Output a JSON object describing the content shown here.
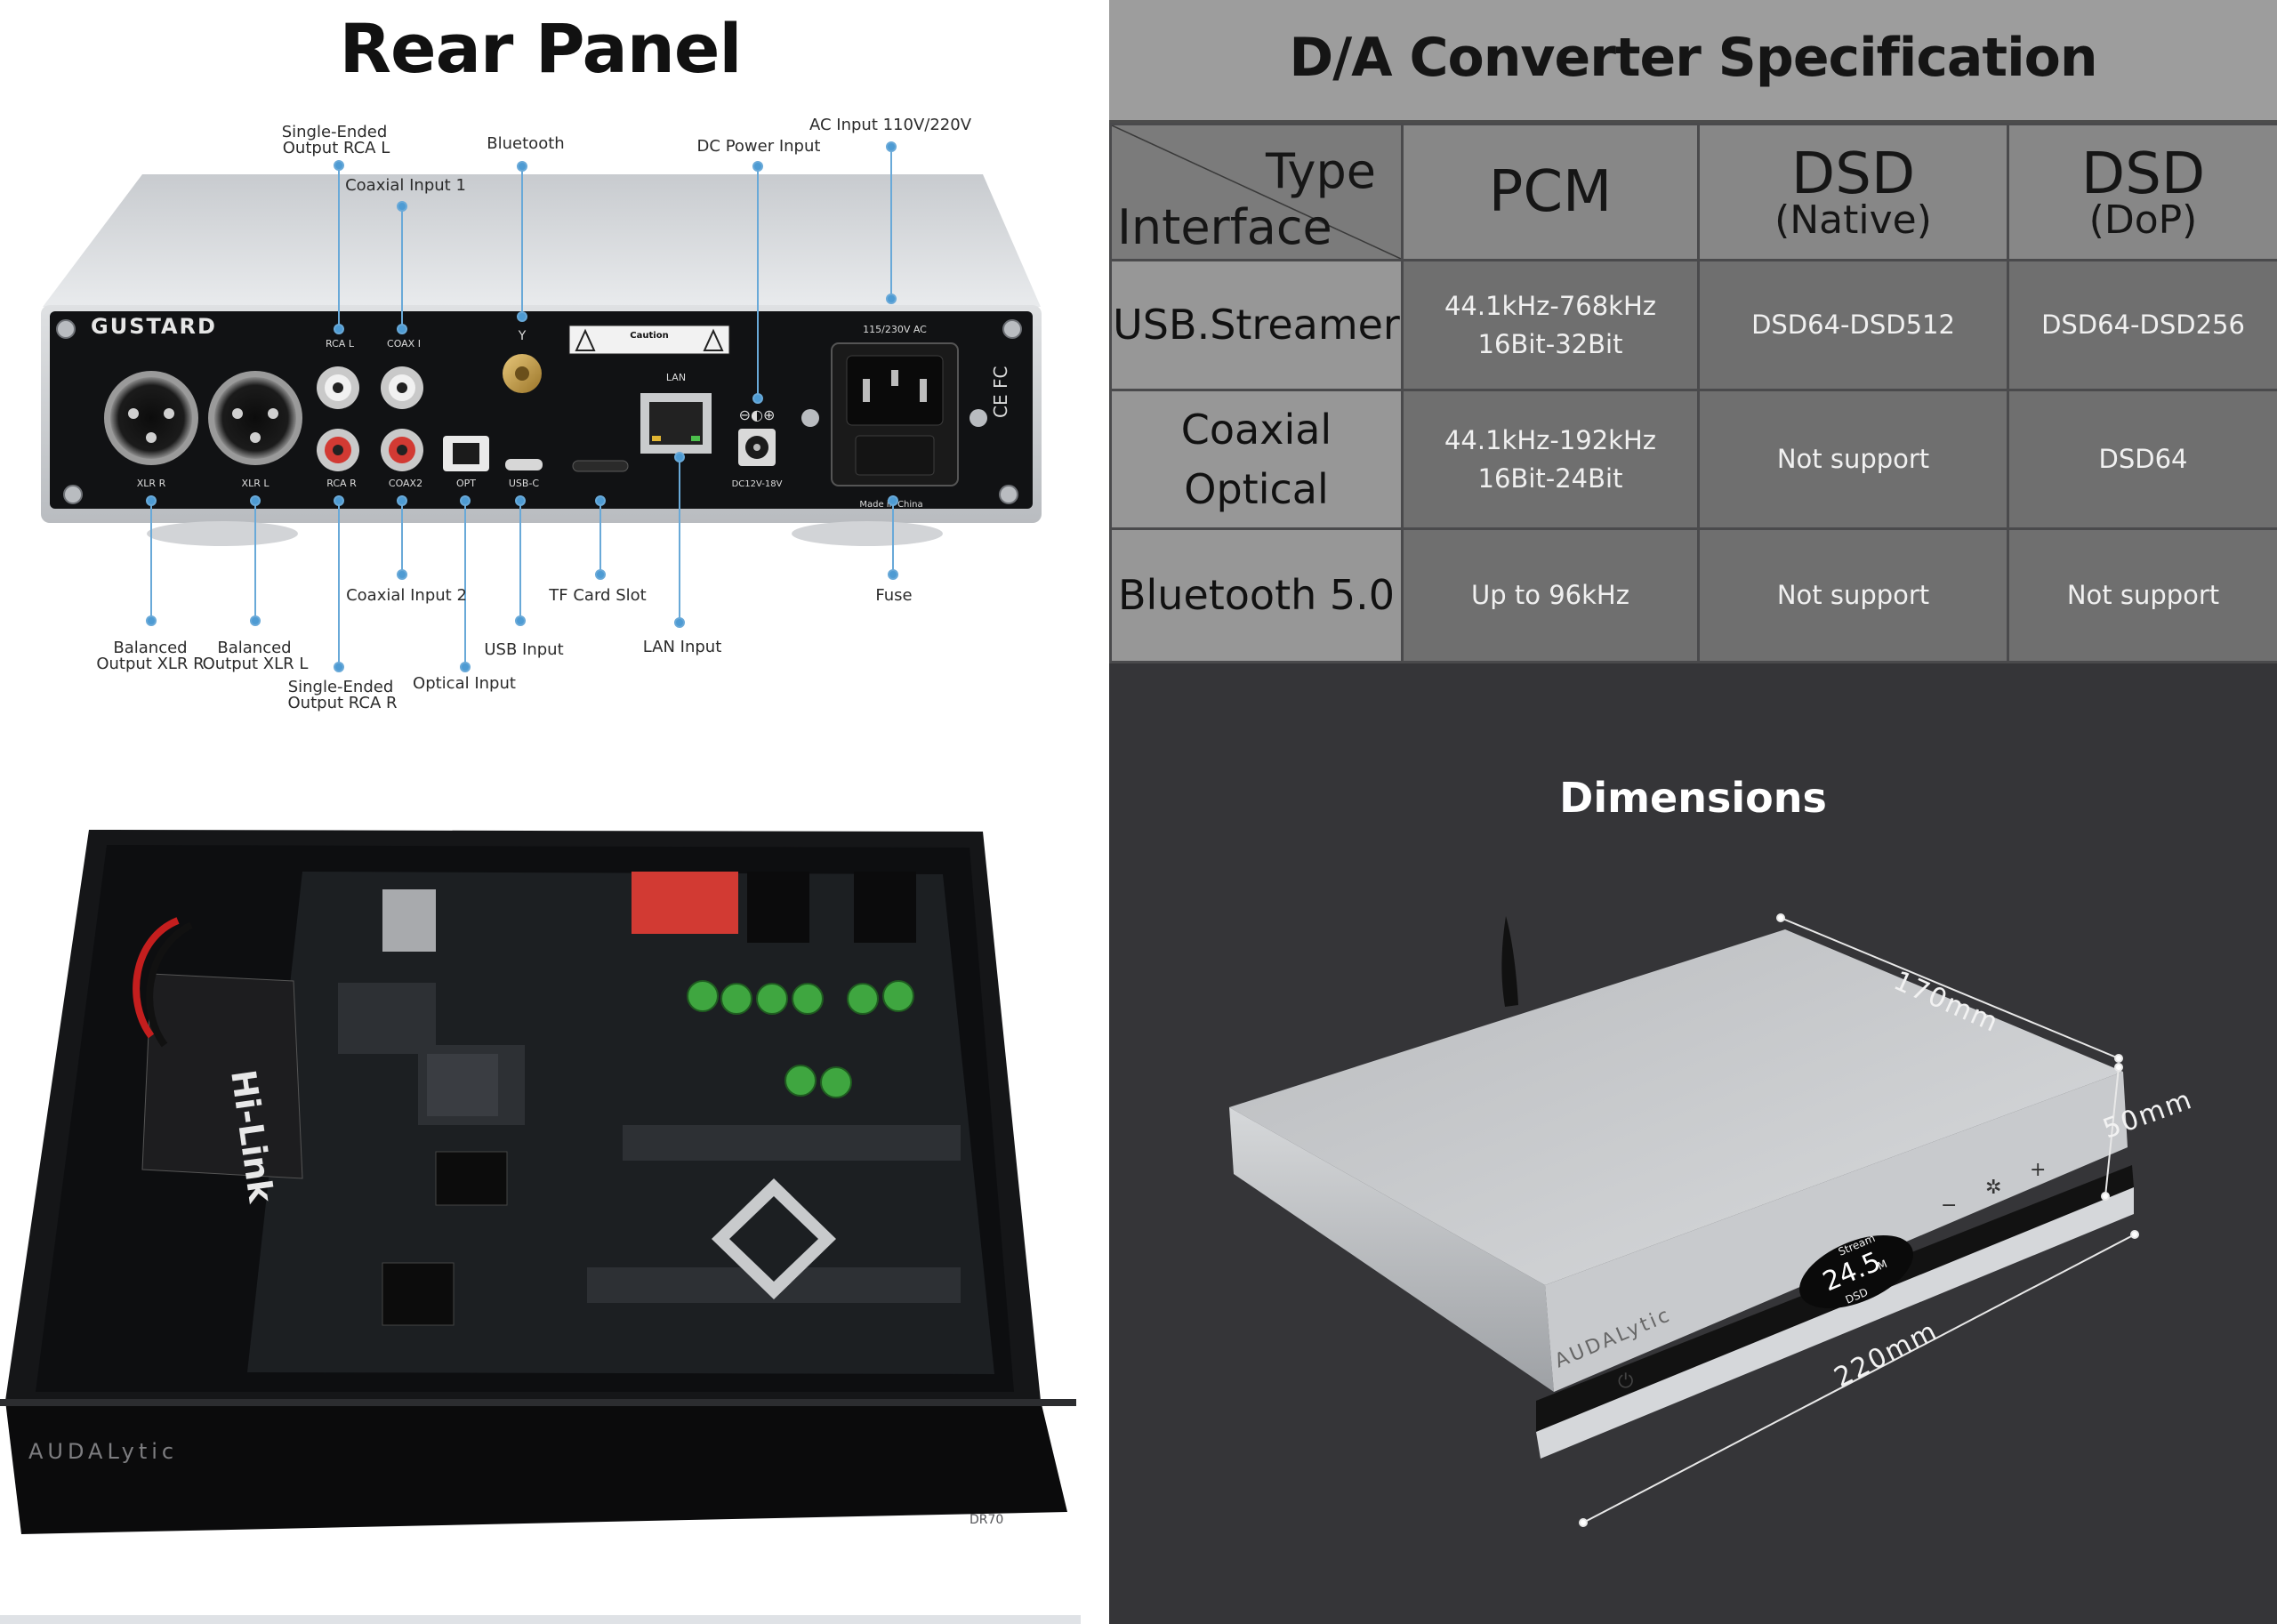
{
  "rear_panel": {
    "title": "Rear Panel",
    "brand": "GUSTARD",
    "callouts": {
      "single_ended_rca_l_1": "Single-Ended",
      "single_ended_rca_l_2": "Output RCA L",
      "coaxial_input_1": "Coaxial Input 1",
      "bluetooth": "Bluetooth",
      "dc_power_input": "DC Power Input",
      "ac_input": "AC Input 110V/220V",
      "coaxial_input_2": "Coaxial Input 2",
      "tf_card_slot": "TF Card Slot",
      "fuse": "Fuse",
      "balanced_xlr_r_1": "Balanced",
      "balanced_xlr_r_2": "Output XLR R",
      "balanced_xlr_l_1": "Balanced",
      "balanced_xlr_l_2": "Output XLR L",
      "usb_input": "USB Input",
      "lan_input": "LAN Input",
      "single_ended_rca_r_1": "Single-Ended",
      "single_ended_rca_r_2": "Output RCA R",
      "optical_input": "Optical Input"
    },
    "panel_labels": {
      "xlr_r": "XLR R",
      "xlr_l": "XLR L",
      "rca_l": "RCA L",
      "rca_r": "RCA R",
      "coax1": "COAX I",
      "coax2": "COAX2",
      "opt": "OPT",
      "usbc": "USB-C",
      "lan": "LAN",
      "dc": "DC12V-18V",
      "ac": "115/230V AC",
      "made": "Made in China",
      "caution": "Caution"
    }
  },
  "internal": {
    "brand": "AUDALytic",
    "model": "DR70",
    "module": "Hi-Link"
  },
  "spec": {
    "title": "D/A Converter Specification",
    "corner_type": "Type",
    "corner_interface": "Interface",
    "columns": [
      {
        "main": "PCM",
        "sub": ""
      },
      {
        "main": "DSD",
        "sub": "(Native)"
      },
      {
        "main": "DSD",
        "sub": "(DoP)"
      }
    ],
    "rows": [
      {
        "label": "USB.Streamer",
        "pcm_1": "44.1kHz-768kHz",
        "pcm_2": "16Bit-32Bit",
        "dsd_native": "DSD64-DSD512",
        "dsd_dop": "DSD64-DSD256"
      },
      {
        "label": "Coaxial Optical",
        "pcm_1": "44.1kHz-192kHz",
        "pcm_2": "16Bit-24Bit",
        "dsd_native": "Not support",
        "dsd_dop": "DSD64"
      },
      {
        "label": "Bluetooth 5.0",
        "pcm_1": "Up to 96kHz",
        "pcm_2": "",
        "dsd_native": "Not support",
        "dsd_dop": "Not support"
      }
    ]
  },
  "dimensions": {
    "title": "Dimensions",
    "depth": "170mm",
    "height": "50mm",
    "width": "220mm",
    "brand": "AUDALytic",
    "display_top": "Stream",
    "display_value": "24.5",
    "display_unit": "M",
    "display_bottom": "DSD"
  }
}
